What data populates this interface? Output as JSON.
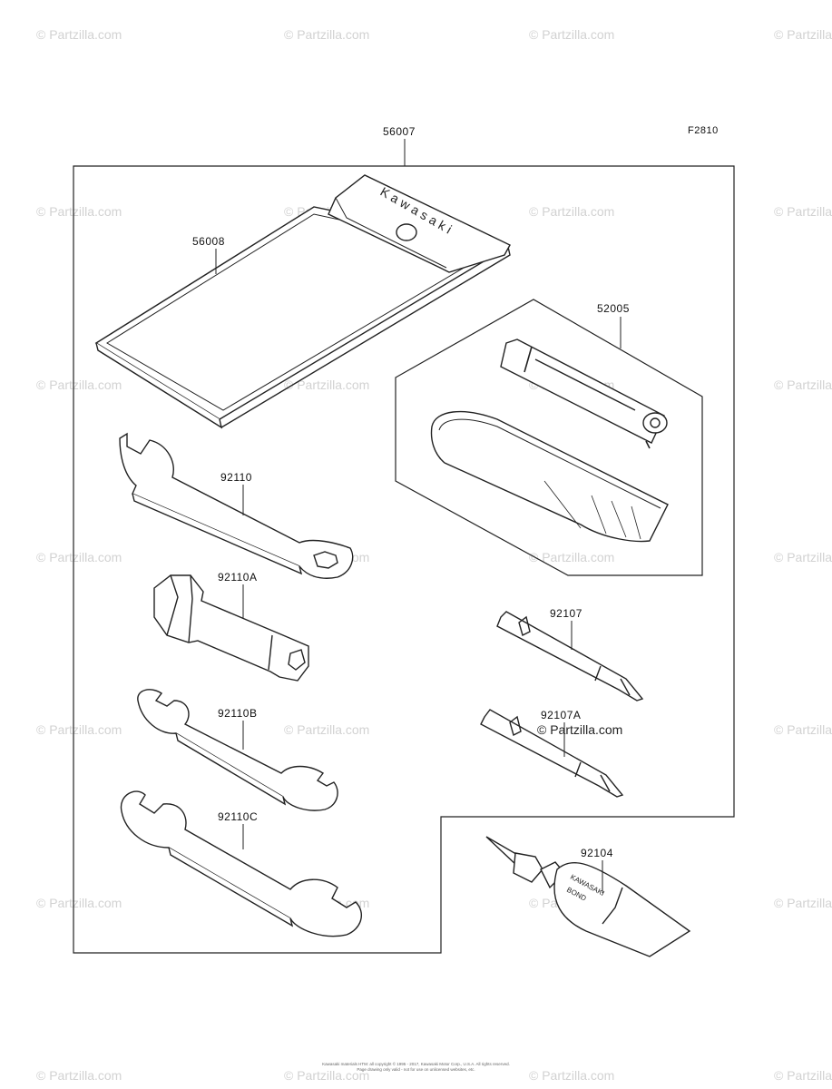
{
  "figure_code": "F2810",
  "watermark": "© Partzilla.com",
  "copyright_line1": "Kawasaki materials HTM: all copyright © 1995 - 2017, Kawasaki Motor Corp., U.S.A. All rights reserved.",
  "copyright_line2": "Page drawing only valid - not for use on unlicensed websites, etc.",
  "parts": {
    "p56007": "56007",
    "p56008": "56008",
    "p52005": "52005",
    "p92110": "92110",
    "p92110A": "92110A",
    "p92110B": "92110B",
    "p92110C": "92110C",
    "p92107": "92107",
    "p92107A": "92107A",
    "p92104": "92104"
  },
  "labels": {
    "pouch_brand": "Kawasaki",
    "tube_brand": "KAWASAKI",
    "tube_product": "BOND"
  }
}
